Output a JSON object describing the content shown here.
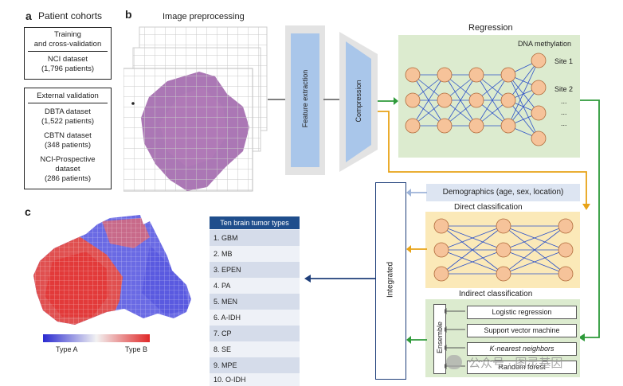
{
  "panel_a": {
    "letter": "a",
    "title": "Patient cohorts",
    "training_title_1": "Training",
    "training_title_2": "and cross-validation",
    "nci_name": "NCI dataset",
    "nci_patients": "(1,796 patients)",
    "external_title": "External validation",
    "dbta_name": "DBTA dataset",
    "dbta_patients": "(1,522 patients)",
    "cbtn_name": "CBTN dataset",
    "cbtn_patients": "(348 patients)",
    "ncip_name_1": "NCI-Prospective",
    "ncip_name_2": "dataset",
    "ncip_patients": "(286 patients)"
  },
  "panel_b": {
    "letter": "b",
    "image_preprocessing": "Image preprocessing",
    "feature_extraction": "Feature extraction",
    "compression": "Compression",
    "regression": "Regression",
    "dna_methylation": "DNA methylation",
    "site1": "Site 1",
    "site2": "Site 2",
    "ellipsis": "...",
    "demographics": "Demographics (age, sex, location)",
    "direct_classification": "Direct classification",
    "indirect_classification": "Indirect classification",
    "integrated": "Integrated",
    "ensemble": "Ensemble",
    "ensemble_methods": [
      "Logistic regression",
      "Support vector machine",
      "K-nearest neighbors",
      "Random forest"
    ]
  },
  "panel_c": {
    "letter": "c",
    "colorbar_left": "Type A",
    "colorbar_right": "Type B"
  },
  "tumor_table": {
    "header": "Ten brain tumor types",
    "rows": [
      "1. GBM",
      "2. MB",
      "3. EPEN",
      "4. PA",
      "5. MEN",
      "6. A-IDH",
      "7. CP",
      "8. SE",
      "9. MPE",
      "10. O-IDH"
    ]
  },
  "watermark": "公众号 · 图灵基因",
  "colors": {
    "green_panel": "#dcebcf",
    "yellow_panel": "#fbe9b8",
    "node_fill": "#f6c39a",
    "node_stroke": "#b06a3a",
    "edge_blue": "#2b50c8",
    "arrow_green": "#2e9a3a",
    "arrow_orange": "#e8a317",
    "feature_blue": "#a9c6ea",
    "table_header": "#1f4e8c",
    "type_a": "#3a3ad0",
    "type_b": "#e03030"
  }
}
